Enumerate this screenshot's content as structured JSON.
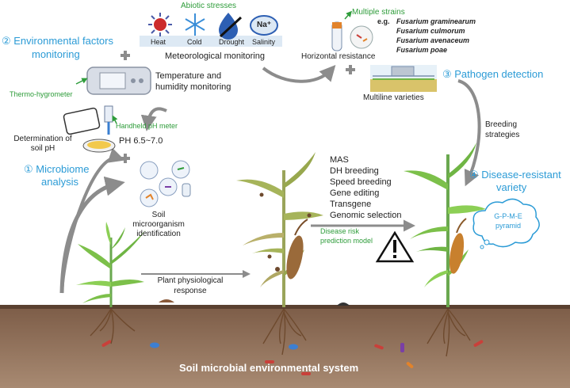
{
  "stresses": {
    "title": "Abiotic stresses",
    "items": [
      {
        "label": "Heat"
      },
      {
        "label": "Cold"
      },
      {
        "label": "Drought"
      },
      {
        "label": "Salinity",
        "icon_text": "Na⁺"
      }
    ],
    "meteo": "Meteorological monitoring"
  },
  "env": {
    "title_line1": "② Environmental factors",
    "title_line2": "monitoring",
    "thermo": "Thermo-hygrometer",
    "temp_line1": "Temperature and",
    "temp_line2": "humidity monitoring",
    "ph_meter": "Handheld pH meter",
    "ph_det_line1": "Determination of",
    "ph_det_line2": "soil pH",
    "ph_value": "PH 6.5~7.0"
  },
  "microbiome": {
    "title_line1": "① Microbiome",
    "title_line2": "analysis",
    "soil_line1": "Soil",
    "soil_line2": "microorganism",
    "soil_line3": "identification"
  },
  "pathogen": {
    "multiple": "Multiple strains",
    "eg": "e.g.",
    "strains": [
      "Fusarium graminearum",
      "Fusarium culmorum",
      "Fusarium avenaceum",
      "Fusarium poae"
    ],
    "horizontal": "Horizontal resistance",
    "multiline": "Multiline varieties",
    "title": "③ Pathogen detection"
  },
  "breeding": {
    "strategies_line1": "Breeding",
    "strategies_line2": "strategies",
    "methods": [
      "MAS",
      "DH breeding",
      "Speed breeding",
      "Gene editing",
      "Transgene",
      "Genomic selection"
    ],
    "risk_line1": "Disease risk",
    "risk_line2": "prediction model",
    "variety_line1": "④ Disease-resistant",
    "variety_line2": "variety",
    "gpme_line1": "G-P-M-E",
    "gpme_line2": "pyramid"
  },
  "physio": {
    "line1": "Plant physiological",
    "line2": "response"
  },
  "soil": {
    "system": "Soil microbial environmental system"
  },
  "colors": {
    "blue_text": "#2b9bd6",
    "green_text": "#2e9c3a",
    "soil": "#8a6a55",
    "arrow_grey": "#8c8c8c"
  }
}
